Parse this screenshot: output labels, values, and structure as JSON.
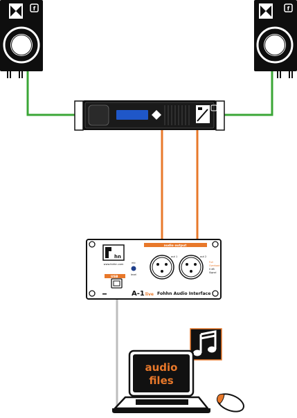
{
  "interface": {
    "website": "www.fohhn.com",
    "output_section_label": "audio output",
    "out1_label": "out 1",
    "out2_label": "out 2",
    "usb_label": "USB",
    "mic_label": "mic",
    "level_label": "level",
    "indicator_lines": [
      "Full",
      "Overload",
      "0 dB",
      "Signal"
    ],
    "model_name": "A-1",
    "model_suffix": "live",
    "product_title": "Fohhn Audio Interface"
  },
  "laptop": {
    "screen_line1": "audio",
    "screen_line2": "files"
  },
  "colors": {
    "speaker_cable": "#3aa636",
    "audio_cable": "#e8782a",
    "usb_cable": "#bdbdbd",
    "amp_display": "#1f57c8",
    "brand_orange": "#e8782a"
  },
  "icons": [
    "speaker-left",
    "speaker-right",
    "amplifier",
    "music-note-icon",
    "laptop",
    "mouse",
    "fohhn-logo"
  ]
}
